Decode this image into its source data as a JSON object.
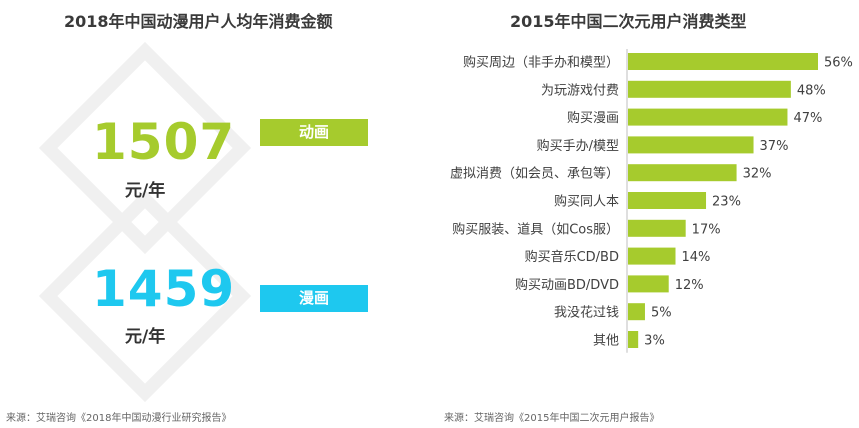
{
  "colors": {
    "green": "#a6cb2d",
    "cyan": "#1ec8ef",
    "bar": "#a6cb2d"
  },
  "left_panel": {
    "title": "2018年中国动漫用户人均年消费金额",
    "cards": [
      {
        "value": "1507",
        "unit": "元/年",
        "label": "动画"
      },
      {
        "value": "1459",
        "unit": "元/年",
        "label": "漫画"
      }
    ],
    "source": "来源：艾瑞咨询《2018年中国动漫行业研究报告》"
  },
  "right_panel": {
    "source": "来源：艾瑞咨询《2015年中国二次元用户报告》"
  },
  "chart_data": [
    {
      "type": "bar",
      "orientation": "horizontal",
      "title": "2015年中国二次元用户消费类型",
      "categories": [
        "购买周边（非手办和模型）",
        "为玩游戏付费",
        "购买漫画",
        "购买手办/模型",
        "虚拟消费（如会员、承包等）",
        "购买同人本",
        "购买服装、道具（如Cos服）",
        "购买音乐CD/BD",
        "购买动画BD/DVD",
        "我没花过钱",
        "其他"
      ],
      "values": [
        56,
        48,
        47,
        37,
        32,
        23,
        17,
        14,
        12,
        5,
        3
      ],
      "value_labels": [
        "56%",
        "48%",
        "47%",
        "37%",
        "32%",
        "23%",
        "17%",
        "14%",
        "12%",
        "5%",
        "3%"
      ],
      "unit": "%",
      "xlim": [
        0,
        56
      ],
      "grid": false,
      "legend": "none"
    }
  ]
}
